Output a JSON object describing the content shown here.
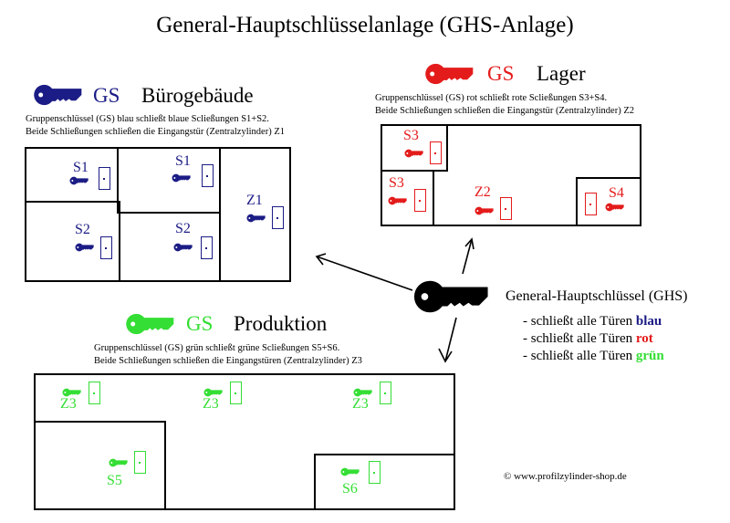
{
  "title": "General-Hauptschlüsselanlage  (GHS-Anlage)",
  "colors": {
    "blue": "#1c1c86",
    "red": "#e41b1b",
    "green": "#34de34"
  },
  "buero": {
    "gs": "GS",
    "name": "Bürogebäude",
    "desc1": "Gruppenschlüssel (GS) blau schließt blaue Scließungen S1+S2.",
    "desc2": "Beide Schließungen schließen die Eingangstür (Zentralzylinder) Z1",
    "rooms": [
      "S1",
      "S1",
      "S2",
      "S2",
      "Z1"
    ]
  },
  "lager": {
    "gs": "GS",
    "name": "Lager",
    "desc1": "Gruppenschlüssel (GS) rot schließt rote Scließungen S3+S4.",
    "desc2": "Beide Schließungen schließen die Eingangstür (Zentralzylinder) Z2",
    "rooms": [
      "S3",
      "S3",
      "Z2",
      "S4"
    ]
  },
  "produktion": {
    "gs": "GS",
    "name": "Produktion",
    "desc1": "Gruppenschlüssel (GS) grün schließt grüne Scließungen S5+S6.",
    "desc2": "Beide Schließungen schließen die Eingangstüren (Zentralzylinder) Z3",
    "rooms": [
      "Z3",
      "Z3",
      "Z3",
      "S5",
      "S6"
    ]
  },
  "ghs": {
    "label": "General-Hauptschlüssel (GHS)",
    "prefix": "- schließt alle Türen",
    "items": [
      "blau",
      "rot",
      "grün"
    ]
  },
  "copyright": "©  www.profilzylinder-shop.de"
}
